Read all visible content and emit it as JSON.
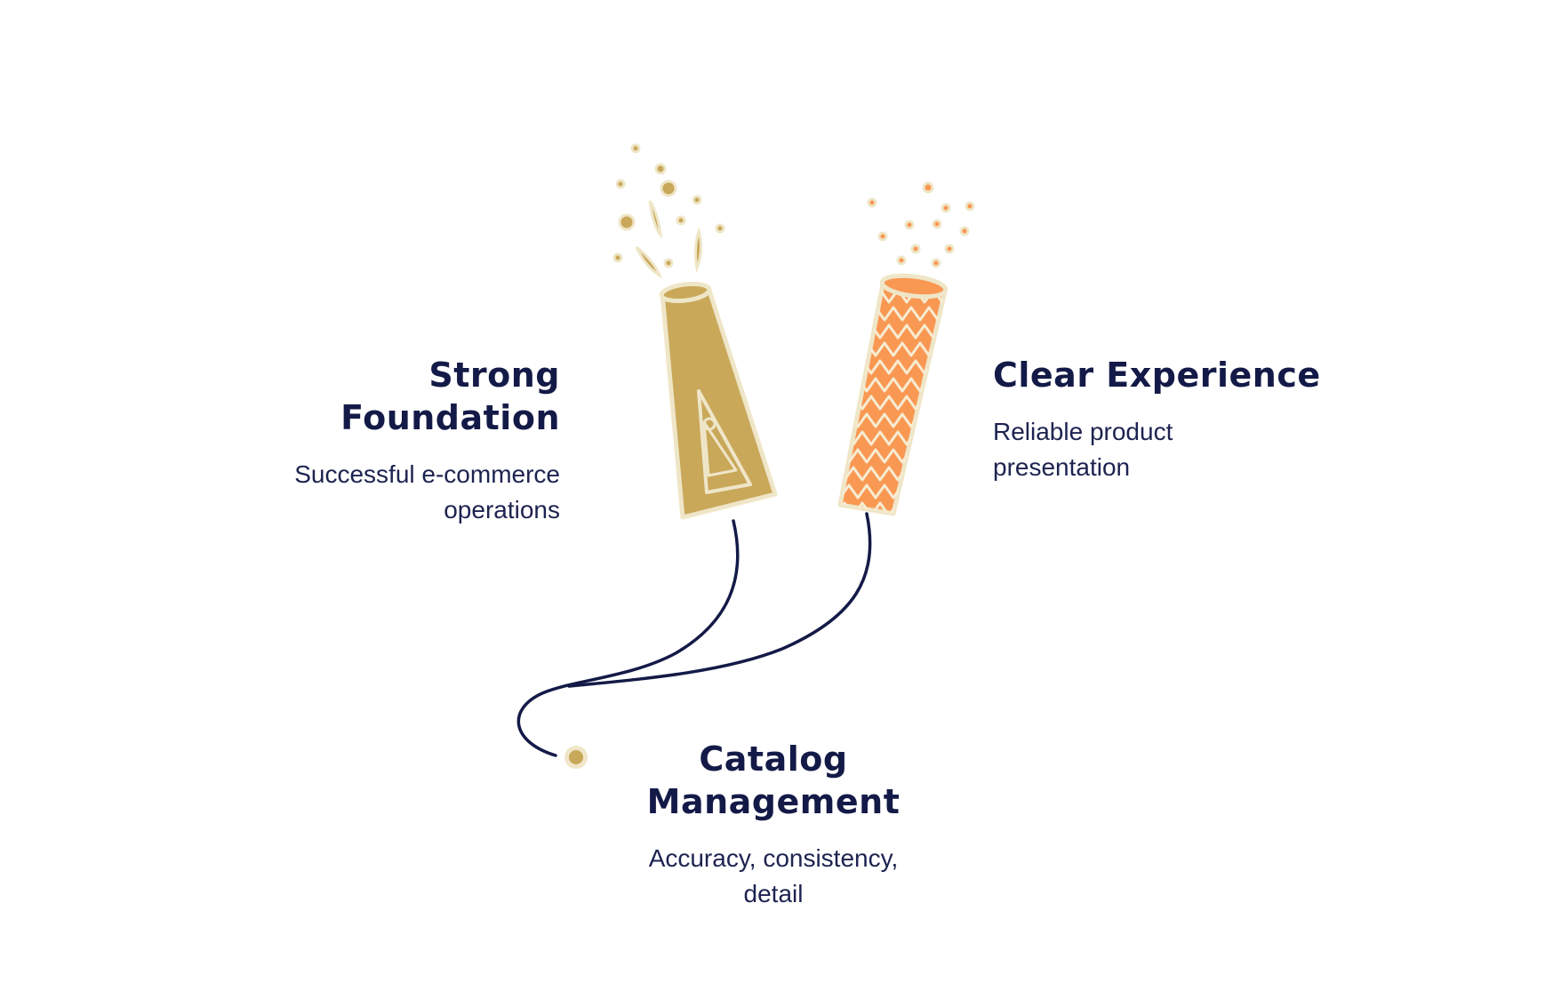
{
  "colors": {
    "background": "#ffffff",
    "ink": "#141a47",
    "gold": "#c9a85a",
    "orange": "#f99853",
    "cream": "#f2e7c6"
  },
  "nodes": {
    "foundation": {
      "title_line1": "Strong",
      "title_line2": "Foundation",
      "desc_line1": "Successful e-commerce",
      "desc_line2": "operations"
    },
    "experience": {
      "title_line1": "Clear Experience",
      "desc_line1": "Reliable product",
      "desc_line2": "presentation"
    },
    "catalog": {
      "title_line1": "Catalog",
      "title_line2": "Management",
      "desc_line1": "Accuracy, consistency,",
      "desc_line2": "detail"
    }
  },
  "icons": {
    "left": "gold-firecracker-icon",
    "right": "orange-zigzag-firecracker-icon",
    "fuse": "fuse-spark-icon"
  }
}
